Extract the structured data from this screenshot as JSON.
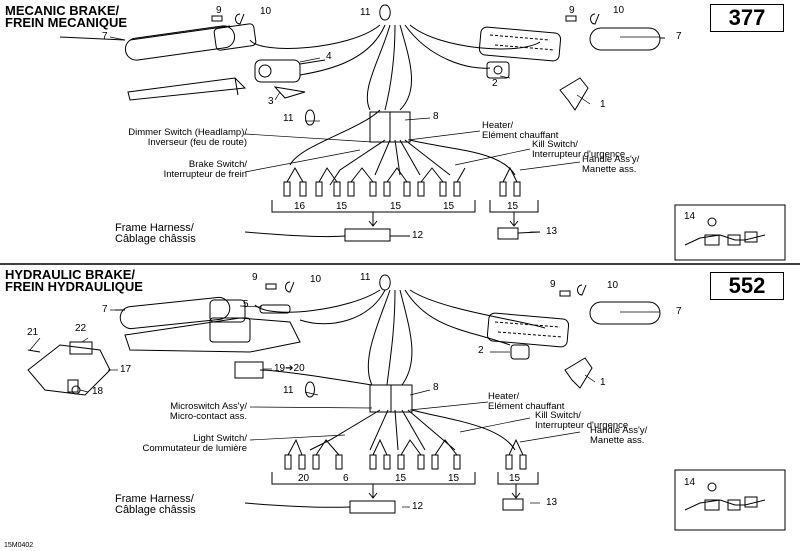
{
  "sections": [
    {
      "title_en": "MECANIC BRAKE/",
      "title_fr": "FREIN MECANIQUE",
      "model": "377",
      "labels": {
        "dimmer_en": "Dimmer Switch (Headlamp)/",
        "dimmer_fr": "Inverseur (feu de route)",
        "brake_en": "Brake Switch/",
        "brake_fr": "Interrupteur de frein",
        "heater_en": "Heater/",
        "heater_fr": "Elément chauffant",
        "kill_en": "Kill Switch/",
        "kill_fr": "Interrupteur d'urgence",
        "handle_en": "Handle Ass'y/",
        "handle_fr": "Manette ass.",
        "frame_en": "Frame Harness/",
        "frame_fr": "Câblage châssis"
      },
      "callouts": [
        "9",
        "10",
        "11",
        "9",
        "10",
        "7",
        "4",
        "7",
        "2",
        "3",
        "1",
        "11",
        "8",
        "12",
        "13",
        "14"
      ],
      "group_numbers": [
        "16",
        "15",
        "15",
        "15",
        "15"
      ]
    },
    {
      "title_en": "HYDRAULIC BRAKE/",
      "title_fr": "FREIN HYDRAULIQUE",
      "model": "552",
      "labels": {
        "micro_en": "Microswitch Ass'y/",
        "micro_fr": "Micro-contact ass.",
        "light_en": "Light Switch/",
        "light_fr": "Commutateur de lumière",
        "heater_en": "Heater/",
        "heater_fr": "Elément chauffant",
        "kill_en": "Kill Switch/",
        "kill_fr": "Interrupteur d'urgence",
        "handle_en": "Handle Ass'y/",
        "handle_fr": "Manette ass.",
        "frame_en": "Frame Harness/",
        "frame_fr": "Câblage châssis"
      },
      "callouts": [
        "9",
        "10",
        "11",
        "9",
        "10",
        "7",
        "5",
        "7",
        "21",
        "22",
        "17",
        "18",
        "19➔20",
        "2",
        "1",
        "11",
        "8",
        "12",
        "13",
        "14"
      ],
      "group_numbers": [
        "20",
        "6",
        "15",
        "15",
        "15"
      ]
    }
  ],
  "figure_code": "15M0402"
}
